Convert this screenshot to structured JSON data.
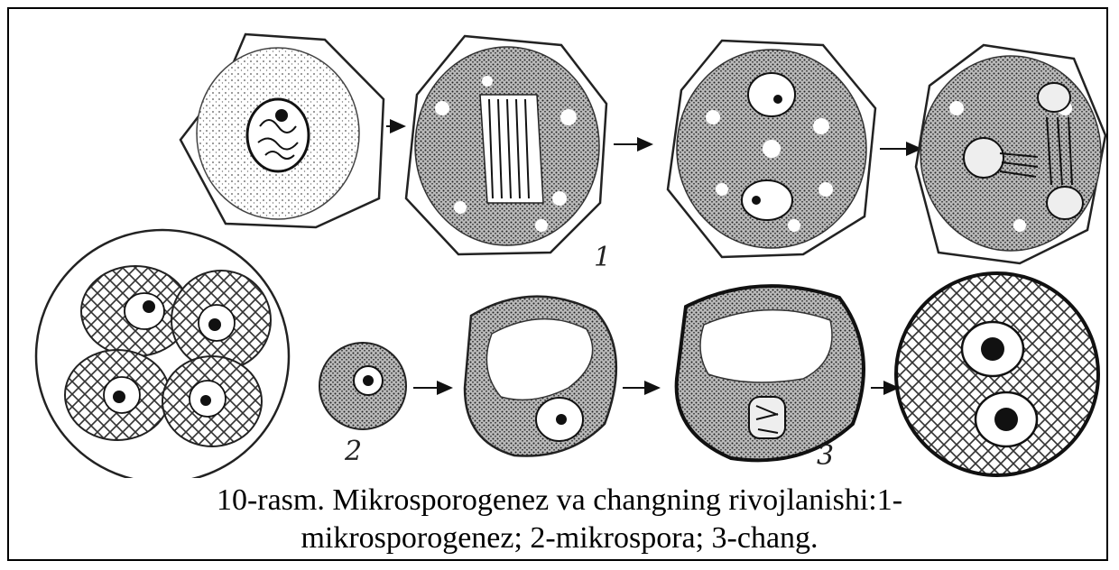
{
  "figure": {
    "stage_numbers": [
      "1",
      "2",
      "3"
    ]
  },
  "caption": {
    "line1": "10-rasm. Mikrosporogenez va changning rivojlanishi:1-",
    "line2": "mikrosporogenez; 2-mikrospora; 3-chang."
  }
}
